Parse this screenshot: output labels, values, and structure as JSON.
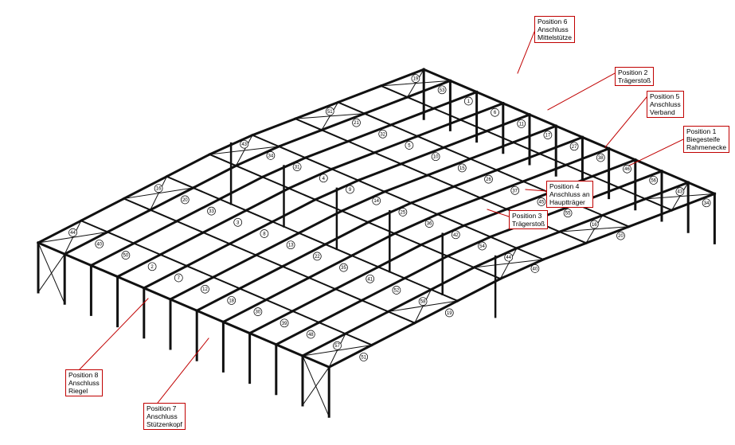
{
  "callouts": [
    {
      "id": "p6",
      "lines": [
        "Position 6",
        "Anschluss",
        "Mittelstütze"
      ]
    },
    {
      "id": "p2",
      "lines": [
        "Position 2",
        "Trägerstoß"
      ]
    },
    {
      "id": "p5",
      "lines": [
        "Position 5",
        "Anschluss",
        "Verband"
      ]
    },
    {
      "id": "p1",
      "lines": [
        "Position 1",
        "Biegesteife",
        "Rahmenecke"
      ]
    },
    {
      "id": "p4",
      "lines": [
        "Position 4",
        "Anschluss an",
        "Hauptträger"
      ]
    },
    {
      "id": "p3",
      "lines": [
        "Position 3",
        "Trägerstoß"
      ]
    },
    {
      "id": "p8",
      "lines": [
        "Position 8",
        "Anschluss",
        "Riegel"
      ]
    },
    {
      "id": "p7",
      "lines": [
        "Position 7",
        "Anschluss",
        "Stützenkopf"
      ]
    }
  ],
  "part_marks": [
    "44",
    "16",
    "43",
    "51",
    "19",
    "40",
    "20",
    "34",
    "21",
    "53",
    "50",
    "33",
    "31",
    "32",
    "1",
    "2",
    "3",
    "4",
    "5",
    "6",
    "7",
    "8",
    "9",
    "10",
    "11",
    "12",
    "13",
    "14",
    "15",
    "17",
    "18",
    "22",
    "25",
    "26",
    "27",
    "30",
    "35",
    "36",
    "37",
    "38",
    "39",
    "41",
    "42",
    "45",
    "46",
    "48",
    "52",
    "54",
    "55",
    "56",
    "57",
    "58"
  ],
  "colors": {
    "steel": "#111111",
    "leader": "#c00000",
    "callout_border": "#c00000",
    "background": "#ffffff"
  }
}
